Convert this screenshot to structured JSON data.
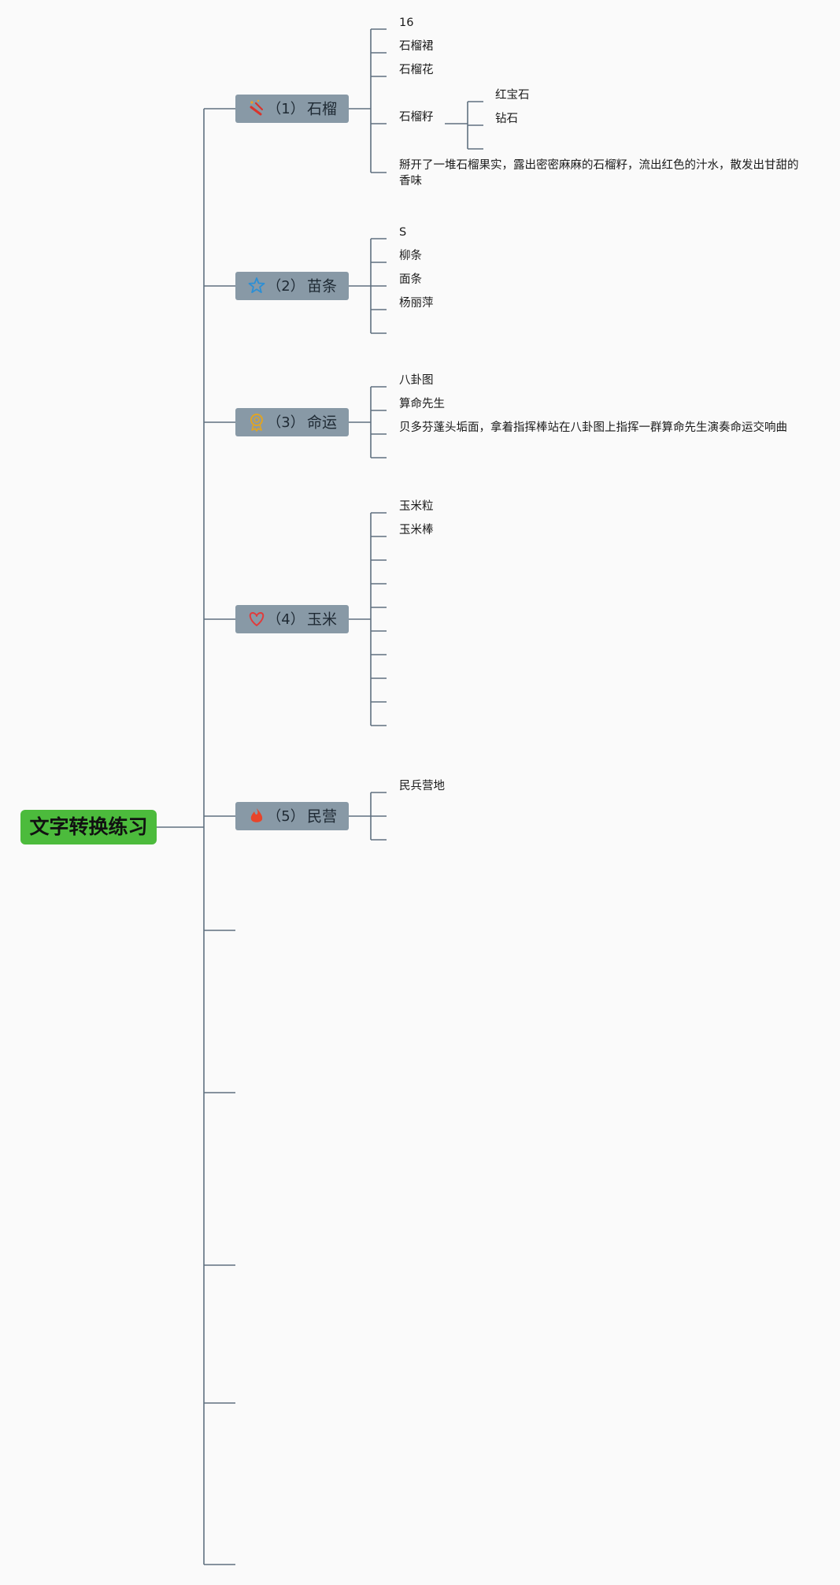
{
  "root": {
    "label": "文字转换练习"
  },
  "branches": [
    {
      "number": "（1）",
      "label": "石榴",
      "icon": "firecracker-icon",
      "icon_color": "#d9342b",
      "children": [
        {
          "text": "16"
        },
        {
          "text": "石榴裙"
        },
        {
          "text": "石榴花"
        },
        {
          "text": "石榴籽",
          "children": [
            {
              "text": "红宝石"
            },
            {
              "text": "钻石"
            },
            {
              "text": ""
            }
          ]
        },
        {
          "text": "掰开了一堆石榴果实，露出密密麻麻的石榴籽，流出红色的汁水，散发出甘甜的",
          "text2": "香味"
        }
      ]
    },
    {
      "number": "（2）",
      "label": "苗条",
      "icon": "star-icon",
      "icon_color": "#2b8fd6",
      "children": [
        {
          "text": "S"
        },
        {
          "text": "柳条"
        },
        {
          "text": "面条"
        },
        {
          "text": "杨丽萍"
        },
        {
          "text": ""
        }
      ]
    },
    {
      "number": "（3）",
      "label": "命运",
      "icon": "medal-icon",
      "icon_color": "#e0a423",
      "children": [
        {
          "text": "八卦图"
        },
        {
          "text": "算命先生"
        },
        {
          "text": "贝多芬蓬头垢面，拿着指挥棒站在八卦图上指挥一群算命先生演奏命运交响曲"
        },
        {
          "text": ""
        }
      ]
    },
    {
      "number": "（4）",
      "label": "玉米",
      "icon": "heart-icon",
      "icon_color": "#e23a3a",
      "children": [
        {
          "text": "玉米粒"
        },
        {
          "text": "玉米棒"
        },
        {
          "text": ""
        },
        {
          "text": ""
        },
        {
          "text": ""
        },
        {
          "text": ""
        },
        {
          "text": ""
        },
        {
          "text": ""
        },
        {
          "text": ""
        },
        {
          "text": ""
        }
      ]
    },
    {
      "number": "（5）",
      "label": "民营",
      "icon": "flame-icon",
      "icon_color": "#e8442a",
      "children": [
        {
          "text": "民兵营地"
        },
        {
          "text": ""
        },
        {
          "text": ""
        }
      ]
    },
    {
      "number": "",
      "label": "",
      "children": []
    },
    {
      "number": "",
      "label": "",
      "children": []
    },
    {
      "number": "",
      "label": "",
      "children": []
    },
    {
      "number": "",
      "label": "",
      "children": []
    },
    {
      "number": "",
      "label": "",
      "children": []
    }
  ]
}
